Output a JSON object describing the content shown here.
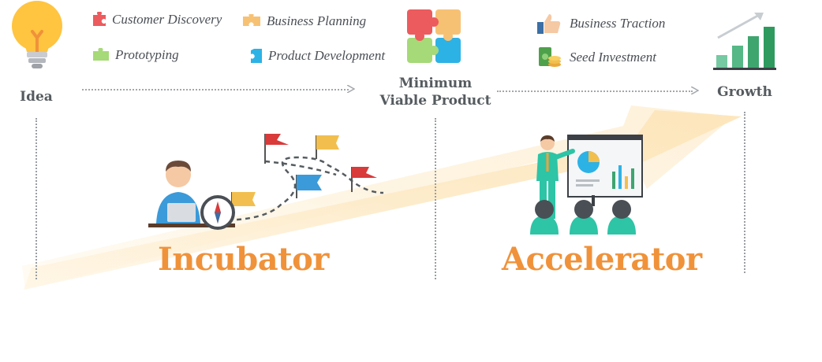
{
  "stages": {
    "idea": "Idea",
    "mvp_line1": "Minimum",
    "mvp_line2": "Viable Product",
    "growth": "Growth"
  },
  "incubator_items": [
    {
      "label": "Customer Discovery",
      "icon": "puzzle-piece-red-icon",
      "color": "#ec5b5e"
    },
    {
      "label": "Business Planning",
      "icon": "puzzle-piece-orange-icon",
      "color": "#f7c174"
    },
    {
      "label": "Prototyping",
      "icon": "puzzle-piece-green-icon",
      "color": "#a6d978"
    },
    {
      "label": "Product Development",
      "icon": "puzzle-piece-blue-icon",
      "color": "#2db2e6"
    }
  ],
  "accelerator_items": [
    {
      "label": "Business Traction",
      "icon": "thumbs-up-icon"
    },
    {
      "label": "Seed Investment",
      "icon": "money-coins-icon"
    }
  ],
  "phases": {
    "incubator": "Incubator",
    "accelerator": "Accelerator"
  },
  "colors": {
    "accent_orange": "#f0923a",
    "arrow_fill": "#fdebc9",
    "text_gray": "#555b5f",
    "dotted_line": "#9a9ea3"
  }
}
